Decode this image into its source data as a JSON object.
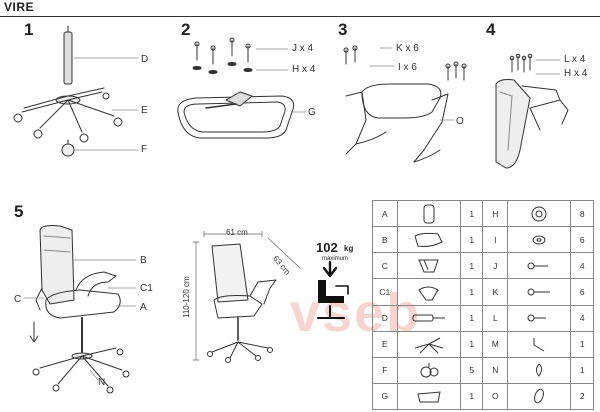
{
  "title": "VIRE",
  "steps": [
    {
      "number": "1",
      "labels": [
        "D",
        "E",
        "F"
      ]
    },
    {
      "number": "2",
      "labels": [
        "J x 4",
        "H x 4",
        "G"
      ]
    },
    {
      "number": "3",
      "labels": [
        "K x 6",
        "I x 6",
        "O"
      ]
    },
    {
      "number": "4",
      "labels": [
        "L x 4",
        "H x 4"
      ]
    },
    {
      "number": "5",
      "labels": [
        "B",
        "C",
        "C1",
        "A",
        "N"
      ]
    }
  ],
  "dimensions": {
    "width": "61 cm",
    "depth": "63 cm",
    "height": "110-120 cm"
  },
  "weight_spec": {
    "value": "102",
    "unit": "kg",
    "caption": "maximum"
  },
  "watermark": "vseb",
  "parts_table": [
    {
      "left": {
        "code": "A",
        "qty": "1"
      },
      "right": {
        "code": "H",
        "qty": "8"
      }
    },
    {
      "left": {
        "code": "B",
        "qty": "1"
      },
      "right": {
        "code": "I",
        "qty": "6"
      }
    },
    {
      "left": {
        "code": "C",
        "qty": "1"
      },
      "right": {
        "code": "J",
        "qty": "4"
      }
    },
    {
      "left": {
        "code": "C1",
        "qty": "1"
      },
      "right": {
        "code": "K",
        "qty": "6"
      }
    },
    {
      "left": {
        "code": "D",
        "qty": "1"
      },
      "right": {
        "code": "L",
        "qty": "4"
      }
    },
    {
      "left": {
        "code": "E",
        "qty": "1"
      },
      "right": {
        "code": "M",
        "qty": "1"
      }
    },
    {
      "left": {
        "code": "F",
        "qty": "5"
      },
      "right": {
        "code": "N",
        "qty": "1"
      }
    },
    {
      "left": {
        "code": "G",
        "qty": "1"
      },
      "right": {
        "code": "O",
        "qty": "2"
      }
    }
  ]
}
